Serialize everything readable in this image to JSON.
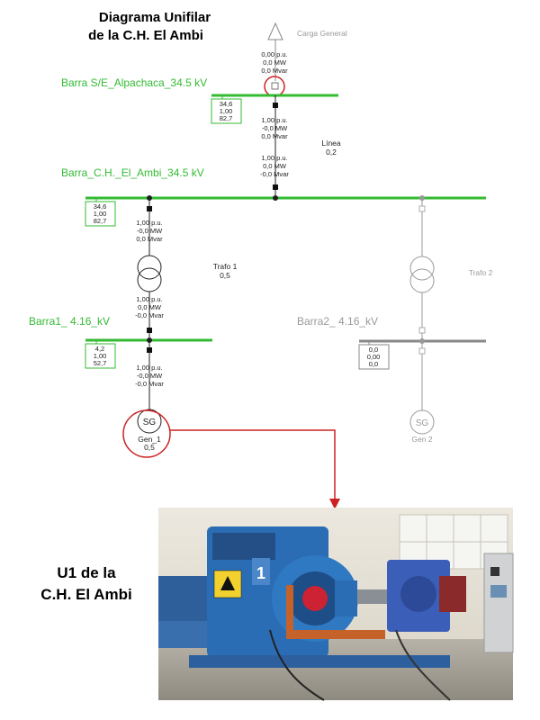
{
  "title": {
    "line1": "Diagrama Unifilar",
    "line2": "de la C.H. El Ambi"
  },
  "load": {
    "name": "Carga General",
    "pq": [
      "0,00 p.u.",
      "0,0 MW",
      "0,0 Mvar"
    ]
  },
  "buses": {
    "alpachaca": {
      "name": "Barra S/E_Alpachaca_34.5 kV",
      "box": [
        "34,6",
        "1,00",
        "82,7"
      ],
      "color": "#33bb33"
    },
    "ambi": {
      "name": "Barra_C.H._El_Ambi_34.5 kV",
      "box": [
        "34,6",
        "1,00",
        "82,7"
      ],
      "color": "#33bb33"
    },
    "barra1": {
      "name": "Barra1_ 4.16_kV",
      "box": [
        "4,2",
        "1,00",
        "52,7"
      ],
      "color": "#33bb33"
    },
    "barra2": {
      "name": "Barra2_ 4.16_kV",
      "box": [
        "0,0",
        "0,00",
        "0,0"
      ],
      "color": "#888888"
    }
  },
  "line": {
    "name": "Línea",
    "value": "0,2",
    "pq_top": [
      "1,00 p.u.",
      "-0,0 MW",
      "0,0 Mvar"
    ],
    "pq_bottom": [
      "1,00 p.u.",
      "0,0 MW",
      "-0,0 Mvar"
    ]
  },
  "trafo1": {
    "name": "Trafo 1",
    "value": "0,5",
    "pq_top": [
      "1,00 p.u.",
      "-0,0 MW",
      "0,0 Mvar"
    ],
    "pq_bottom": [
      "1,00 p.u.",
      "0,0 MW",
      "-0,0 Mvar"
    ]
  },
  "trafo2": {
    "name": "Trafo 2"
  },
  "gen1": {
    "symbol": "SG",
    "name": "Gen_1",
    "value": "0,5",
    "pq": [
      "1,00 p.u.",
      "-0,0 MW",
      "-0,0 Mvar"
    ]
  },
  "gen2": {
    "symbol": "SG",
    "name": "Gen 2"
  },
  "photo_label": {
    "line1": "U1 de la",
    "line2": "C.H. El Ambi"
  },
  "colors": {
    "energized": "#33bb33",
    "deenergized": "#999999",
    "highlight": "#cc2222",
    "machine_blue": "#2a6db5"
  }
}
